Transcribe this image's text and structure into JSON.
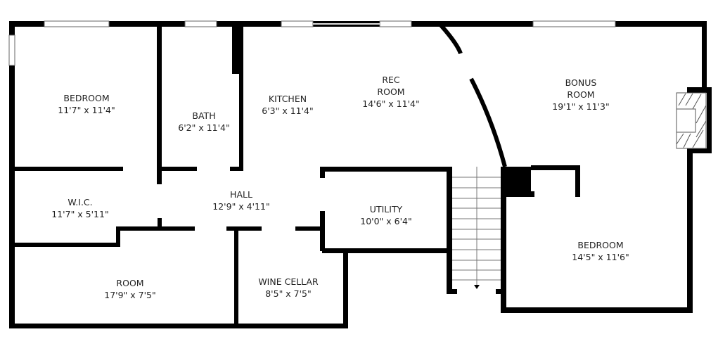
{
  "colors": {
    "wall": "#000000",
    "background": "#ffffff",
    "text": "#222222"
  },
  "rooms": {
    "bedroom1": {
      "name": "BEDROOM",
      "size": "11'7\" x 11'4\""
    },
    "bath": {
      "name": "BATH",
      "size": "6'2\" x 11'4\""
    },
    "kitchen": {
      "name": "KITCHEN",
      "size": "6'3\" x 11'4\""
    },
    "rec": {
      "name": "REC",
      "name2": "ROOM",
      "size": "14'6\" x 11'4\""
    },
    "bonus": {
      "name": "BONUS",
      "name2": "ROOM",
      "size": "19'1\" x 11'3\""
    },
    "wic": {
      "name": "W.I.C.",
      "size": "11'7\" x 5'11\""
    },
    "hall": {
      "name": "HALL",
      "size": "12'9\" x 4'11\""
    },
    "utility": {
      "name": "UTILITY",
      "size": "10'0\" x 6'4\""
    },
    "room": {
      "name": "ROOM",
      "size": "17'9\" x 7'5\""
    },
    "wine": {
      "name": "WINE CELLAR",
      "size": "8'5\" x 7'5\""
    },
    "bedroom2": {
      "name": "BEDROOM",
      "size": "14'5\" x 11'6\""
    }
  }
}
